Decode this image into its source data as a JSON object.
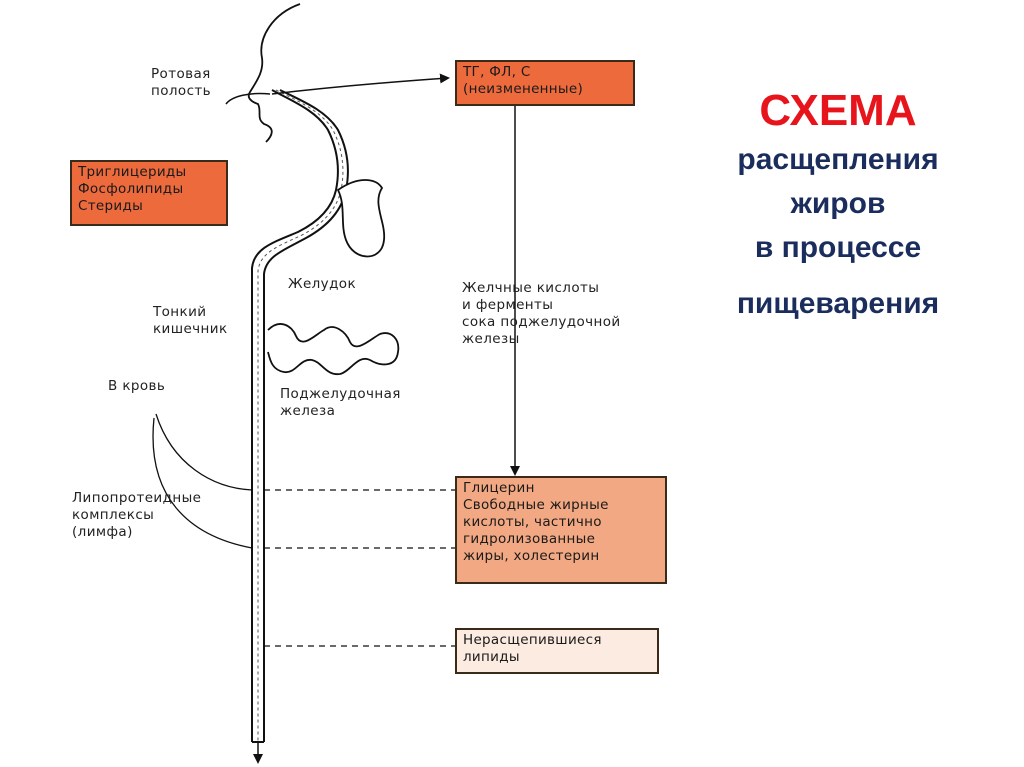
{
  "labels": {
    "mouth": [
      "Ротовая",
      "полость"
    ],
    "stomach": "Желудок",
    "small_intestine": [
      "Тонкий",
      "кишечник"
    ],
    "to_blood": "В кровь",
    "pancreas": [
      "Поджелудочная",
      "железа"
    ],
    "lipoprotein": [
      "Липопротеидные",
      "комплексы",
      "(лимфа)"
    ],
    "bile": [
      "Желчные кислоты",
      "и ферменты",
      "сока поджелудочной",
      "железы"
    ]
  },
  "boxes": {
    "input_fats": [
      "Триглицериды",
      "Фосфолипиды",
      "Стериды"
    ],
    "unchanged": [
      "ТГ, ФЛ, С",
      "(неизмененные)"
    ],
    "products": [
      "Глицерин",
      "Свободные жирные",
      "кислоты, частично",
      "гидролизованные",
      "жиры, холестерин"
    ],
    "undigested": [
      "Нерасщепившиеся",
      "липиды"
    ]
  },
  "title": {
    "main": "СХЕМА",
    "lines": [
      "расщепления",
      "жиров",
      "в процессе",
      "пищеварения"
    ]
  },
  "colors": {
    "box_dark": "#ec6a3c",
    "box_mid": "#f2a882",
    "box_light": "#fbebe0",
    "title_red": "#e8141c",
    "title_blue": "#1a2d5c"
  }
}
